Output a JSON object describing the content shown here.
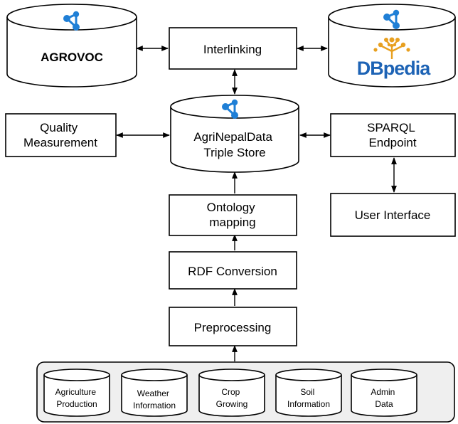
{
  "nodes": {
    "agrovoc": {
      "label": "AGROVOC"
    },
    "interlinking": {
      "label": "Interlinking"
    },
    "dbpedia": {
      "label": "DBpedia"
    },
    "quality": {
      "lines": [
        "Quality",
        "Measurement"
      ]
    },
    "triple_store": {
      "lines": [
        "AgriNepalData",
        "Triple Store"
      ]
    },
    "sparql": {
      "lines": [
        "SPARQL",
        "Endpoint"
      ]
    },
    "ontology": {
      "lines": [
        "Ontology",
        "mapping"
      ]
    },
    "user_interface": {
      "label": "User Interface"
    },
    "rdf": {
      "label": "RDF Conversion"
    },
    "preprocessing": {
      "label": "Preprocessing"
    }
  },
  "sources": [
    {
      "lines": [
        "Agriculture",
        "Production"
      ]
    },
    {
      "lines": [
        "Weather",
        "Information"
      ]
    },
    {
      "lines": [
        "Crop",
        "Growing"
      ]
    },
    {
      "lines": [
        "Soil",
        "Information"
      ]
    },
    {
      "lines": [
        "Admin",
        "Data"
      ]
    }
  ],
  "colors": {
    "share_icon": "#1f7fd6",
    "dbpedia_blue": "#1d63b5",
    "tree_orange": "#e8a020",
    "tray_fill": "#efefef"
  },
  "icons": [
    "share-icon",
    "dbpedia-logo"
  ]
}
